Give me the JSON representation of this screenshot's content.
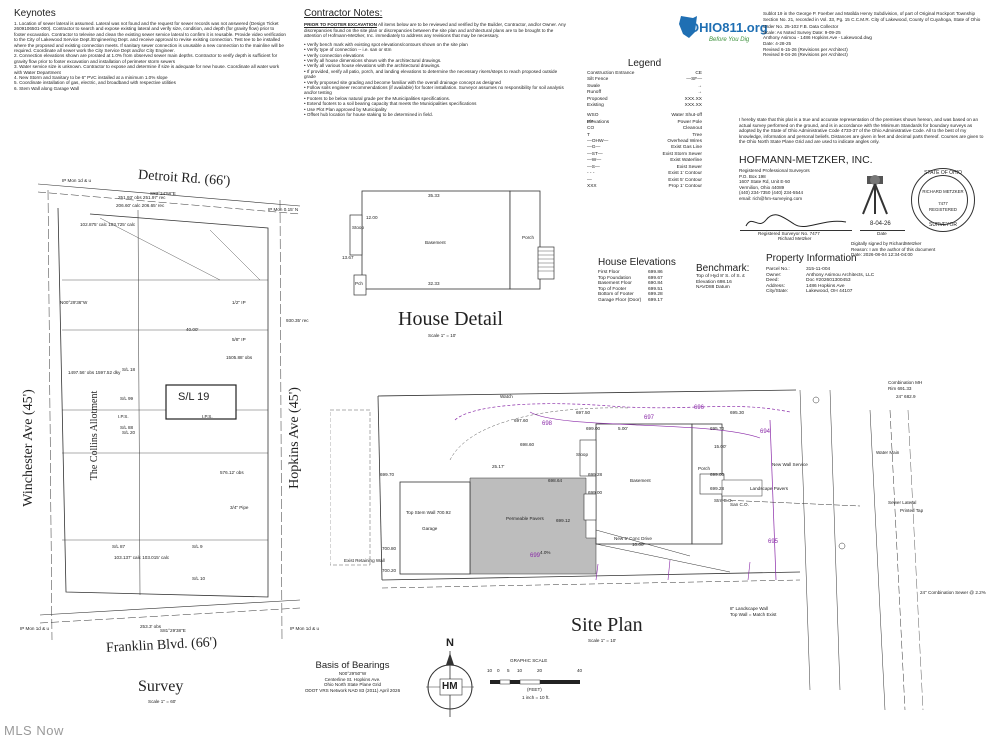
{
  "keynotes": {
    "title": "Keynotes",
    "items": [
      "1.  Location of sewer lateral is assumed.  Lateral was not found and the request for sewer records was not answered (Design Ticket 2609106501-000).  Contractor to search and expose existing lateral and verify size, condition, and depth (for gravity flow) prior to footer excavation.  Contractor to televise and clean the existing sewer service lateral to confirm it is reusable.  Provide video verification to the City of Lakewood Service Dept./Engineering Dept. and receive approval to revise existing connection.  Test tee to be installed where the proposed and existing connection meets.  If sanitary sewer connection is unusable a new connection to the mainline will be required.  Coordinate all sewer work the City Service Dept and/or City Engineer.",
      "2.  Connection elevations shown are prorated at 1.0% from observed sewer main depths.  Contractor to verify depth is sufficient for gravity flow prior to footer excavation and installation of perimeter storm sewers",
      "3.  Water service size is unknown.  Contractor to expose and determine if size is adequate for new house.  Coordinate all water work with Water Department",
      "4.  New Storm and Sanitary to be 6\" PVC installed at a minimum 1.0% slope",
      "5.  Coordinate installation of gas, electric, and broadband with respective utilities",
      "6.  Stem Wall along Garage Wall"
    ]
  },
  "contractor_notes": {
    "title": "Contractor Notes:",
    "intro_head": "PRIOR TO FOOTER EXCAVATION",
    "intro": " All items below are to be reviewed and verified by the Builder, Contractor, and/or Owner.  Any discrepancies found on the site plan or discrepancies between the site plan and architectural plans are to be brought to the attention of Hofmann-Metzker, Inc. immediately to address any revisions that may be necessary.",
    "items": [
      "Verify bench mark with existing spot elevations/contours shown on the site plan",
      "Verify type of connection -- i.e. san or stm",
      "Verify connection elevations",
      "Verify all house dimensions shown with the architectural drawings.",
      "Verify all various house elevations with the architectural drawings.",
      "If provided, verify all patio, porch, and landing elevations to determine the necessary risers/steps to reach proposed outside grade",
      "Verify proposed site grading and become familiar with the overall drainage concept as designed",
      "Follow soils engineer recommendations (if available) for footer installation.  Surveyor assumes no responsibility for soil analysis and/or testing",
      "Footers to be below natural grade per the Municipalities specifications.",
      "Extend footers to a soil bearing capacity that meets the Municipalities specifications",
      "Use Plot Plan approved by Municipality",
      "Offset hub location for house staking to be determined in field."
    ]
  },
  "ohio811": {
    "name": "OHIO811.org",
    "tagline": "Before You Dig"
  },
  "subdivision": {
    "text": "Sublot 19 in the George P. Foerber and Matilda Henry Subdivision, of part of Original Rockport Township Section No. 21, recorded in Vol. 33, Pg. 15 C.C.M.R. City of Lakewood, County of Cuyahoga, State of Ohio",
    "lines": [
      "Order No. 25-102    F.B. Data Collector",
      "Scale: As Noted       Survey Date: 9-09-25",
      "Anthony Asimou - 1486 Hopkins Ave - Lakewood.dwg",
      "Date: 4-28-25",
      "Revised 6-15-26 (Revisions per Architect)",
      "Revised 8-04-26 (Revisions per Architect)"
    ]
  },
  "legend": {
    "title": "Legend",
    "rows": [
      {
        "label": "Construction Entrance",
        "sym": "CE"
      },
      {
        "label": "Silt Fence",
        "sym": "—SF—"
      },
      {
        "label": "Swale",
        "sym": "→"
      },
      {
        "label": "Runoff",
        "sym": "→"
      },
      {
        "label": "Proposed",
        "sym": "XXX.XX"
      },
      {
        "label": "Existing",
        "sym": "XXX.XX"
      }
    ],
    "elevations_label": "Elevations",
    "util_rows": [
      {
        "label": "Water Shut-off",
        "sym": "WSO"
      },
      {
        "label": "Power Pole",
        "sym": "PP"
      },
      {
        "label": "Cleanout",
        "sym": "CO"
      },
      {
        "label": "Tree",
        "sym": "T"
      },
      {
        "label": "Overhead Wires",
        "sym": "—OHW—"
      },
      {
        "label": "Exist Gas Line",
        "sym": "—G—"
      },
      {
        "label": "Exist Storm Sewer",
        "sym": "—ST—"
      },
      {
        "label": "Exist Waterline",
        "sym": "—W—"
      },
      {
        "label": "Exist Sewer",
        "sym": "—S—"
      },
      {
        "label": "Exist 1' Contour",
        "sym": "- - -"
      },
      {
        "label": "Exist 5' Contour",
        "sym": "—"
      },
      {
        "label": "Prop 1' Contour",
        "sym": "XXX"
      }
    ]
  },
  "certification": {
    "text": "I hereby state that this plat is a true and accurate representation of the premises shown hereon, and was based on an actual survey performed on the ground, and is in accordance with the Minimum Standards for boundary surveys as adopted by the State of Ohio Administrative Code 4733-37 of the Ohio Administrative Code.  All to the best of my knowledge, information and personal beliefs.  Distances are given in feet and decimal parts thereof.  Courses are given to the Ohio North State Plane Grid and are used to indicate angles only.",
    "company": "HOFMANN-METZKER, INC.",
    "address": [
      "Registered Professional Surveyors",
      "P.O. Box 198",
      "1607 State Rd, Unit E-50",
      "Vermilion, Ohio  44089",
      "(440) 234-7350    (440) 234-5544",
      "email: rich@hm-surveying.com"
    ],
    "seal_top": "STATE OF OHIO",
    "seal_name": "RICHARD METZKER",
    "seal_num": "7477",
    "seal_reg": "REGISTERED",
    "seal_bottom": "SURVEYOR",
    "signed_date": "8-04-26",
    "reg_surveyor": "Registered Surveyor No. 7477",
    "reg_name": "Richard Metzker",
    "date_label": "Date",
    "digital": [
      "Digitally signed by RichardMetzker",
      "Reason: I am the author of this document",
      "Date: 2026-08-04 12:34-04:00"
    ]
  },
  "house_elevations": {
    "title": "House Elevations",
    "rows": [
      [
        "First Floor",
        "699.86"
      ],
      [
        "Top Foundation",
        "699.67"
      ],
      [
        "Basement Floor",
        "690.84"
      ],
      [
        "Top of Footer",
        "699.51"
      ],
      [
        "Bottom of Footer",
        "699.28"
      ],
      [
        "Garage Floor (Door)",
        "699.17"
      ]
    ]
  },
  "benchmark": {
    "title": "Benchmark:",
    "lines": [
      "Top of Hyd 8' S. of S. £",
      "Elevation 698.16",
      "NAVD88 Datum"
    ]
  },
  "property_info": {
    "title": "Property Information",
    "rows": [
      [
        "Parcel No.:",
        "315-11-004"
      ],
      [
        "Owner:",
        "Anthony Asimou Architects, LLC"
      ],
      [
        "Deed:",
        "Doc #202601300453"
      ],
      [
        "Address:",
        "1486 Hopkins Ave"
      ],
      [
        "City/State:",
        "Lakewood, OH 44107"
      ]
    ]
  },
  "house_detail": {
    "title": "House Detail",
    "scale": "Scale 1\" = 10'",
    "labels": [
      "Basement",
      "Porch",
      "Stoop",
      "Pch",
      "35.33",
      "32.33",
      "12.00",
      "13.67"
    ]
  },
  "site_plan": {
    "title": "Site Plan",
    "scale": "Scale 1\" = 10'",
    "labels": [
      "Basement",
      "Porch",
      "Garage",
      "Stoop",
      "Permeable Pavers",
      "Landscape Pavers",
      "New Wall Service",
      "Top Stem Wall 700.92",
      "New 5' Conc Drive",
      "Watch",
      "Stm C.O.",
      "San C.O.",
      "Combination MH",
      "Sewer Lateral",
      "Water Main",
      "24\" Combination Sewer @ 2.2%",
      "Rim 691.33",
      "24\" 682.9",
      "Printed Tap",
      "8\" Landscape Wall",
      "Top Wall = Match Exist",
      "Exist Retaining Wall"
    ],
    "elevs": [
      "697.60",
      "697.50",
      "695.30",
      "698.60",
      "699.00",
      "699.28",
      "698.64",
      "699.00",
      "699.12",
      "699.70",
      "700.80",
      "700.20",
      "695.70",
      "699.00",
      "699.28",
      "697",
      "698",
      "696",
      "699",
      "694",
      "695",
      "25.17'",
      "5.00'",
      "15.00'",
      "10.00'",
      "4.0%"
    ]
  },
  "survey": {
    "title": "Survey",
    "scale": "Scale 1\" = 60'",
    "detroit": "Detroit Rd. (66')",
    "franklin": "Franklin Blvd. (66')",
    "winchester": "Winchester Ave (45')",
    "hopkins": "Hopkins Ave (45')",
    "allotment": "The Collins Allotment",
    "sl19": "S/L 19",
    "bearing_top": "S83°34'58\"E",
    "bearing_bottom": "S81°29'38\"E",
    "misc": [
      "251.93' obs  251.97' rec",
      "206.60' calc  206.65' rec",
      "102.875' calc  103.725' calc",
      "40.00'",
      "253.3' obs",
      "S/L 18",
      "S/L 20",
      "S/L 88",
      "S/L 87",
      "S/L 9",
      "S/L 10",
      "S/L 99",
      "103.137' calc  103.015' calc",
      "I.P.S.",
      "I.P.S.",
      "1/2\" IP",
      "5/8\" IP",
      "3/4\" Pipe",
      "IP Mon 0.15' N",
      "IP Mon 1d & u",
      "IP Mon 1d & u",
      "IP Mon 1d & u",
      "N00°29'36\"W",
      "1497.56' obs  1597.52 dky",
      "1505.88' obs",
      "930.35' rec",
      "576.12' obs"
    ]
  },
  "basis": {
    "title": "Basis of Bearings",
    "lines": [
      "N00°29'50\"W",
      "Centerline St. Hopkins Ave.",
      "Ohio North State Plane Grid",
      "ODOT VRS Network NAD 83 (2011) April 2026"
    ]
  },
  "graphic_scale": {
    "title": "GRAPHIC SCALE",
    "ticks": [
      "10",
      "0",
      "5",
      "10",
      "20",
      "40"
    ],
    "unit": "(FEET)",
    "note": "1 inch = 10 ft."
  },
  "north": {
    "letter": "N",
    "logo": "HM"
  },
  "watermark": "MLS Now",
  "colors": {
    "line": "#333333",
    "purple": "#8a2aa8",
    "pavers": "#bdbdbd",
    "ohio_blue": "#1f6fb3",
    "ohio_green": "#3a8f3a"
  }
}
